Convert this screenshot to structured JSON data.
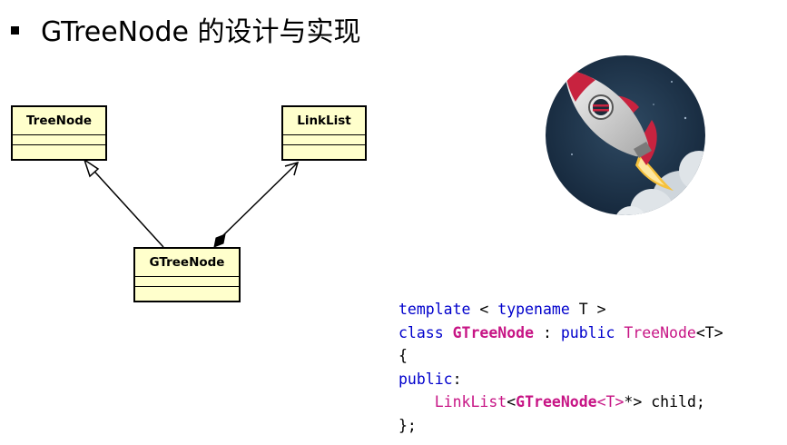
{
  "slide": {
    "title": "GTreeNode 的设计与实现"
  },
  "diagram": {
    "classes": {
      "treenode": "TreeNode",
      "linklist": "LinkList",
      "gtreenode": "GTreeNode"
    }
  },
  "code": {
    "line1": {
      "kw_template": "template",
      "lt": " < ",
      "kw_typename": "typename",
      "rest": " T >"
    },
    "line2": {
      "kw_class": "class",
      "sp": " ",
      "name": "GTreeNode",
      "colon": " : ",
      "kw_public": "public",
      "sp2": " ",
      "base": "TreeNode",
      "base_arg": "<T>"
    },
    "line3": {
      "brace": "{"
    },
    "line4": {
      "kw_public": "public",
      "colon": ":"
    },
    "line5": {
      "indent": "    ",
      "type": "LinkList",
      "lt": "<",
      "inner": "GTreeNode",
      "inner_arg": "<T>",
      "ptr": "*> ",
      "member": "child;"
    },
    "line6": {
      "end": "};"
    }
  },
  "colors": {
    "uml_fill": "#ffffcc",
    "keyword": "#0000cc",
    "type": "#c71585"
  }
}
